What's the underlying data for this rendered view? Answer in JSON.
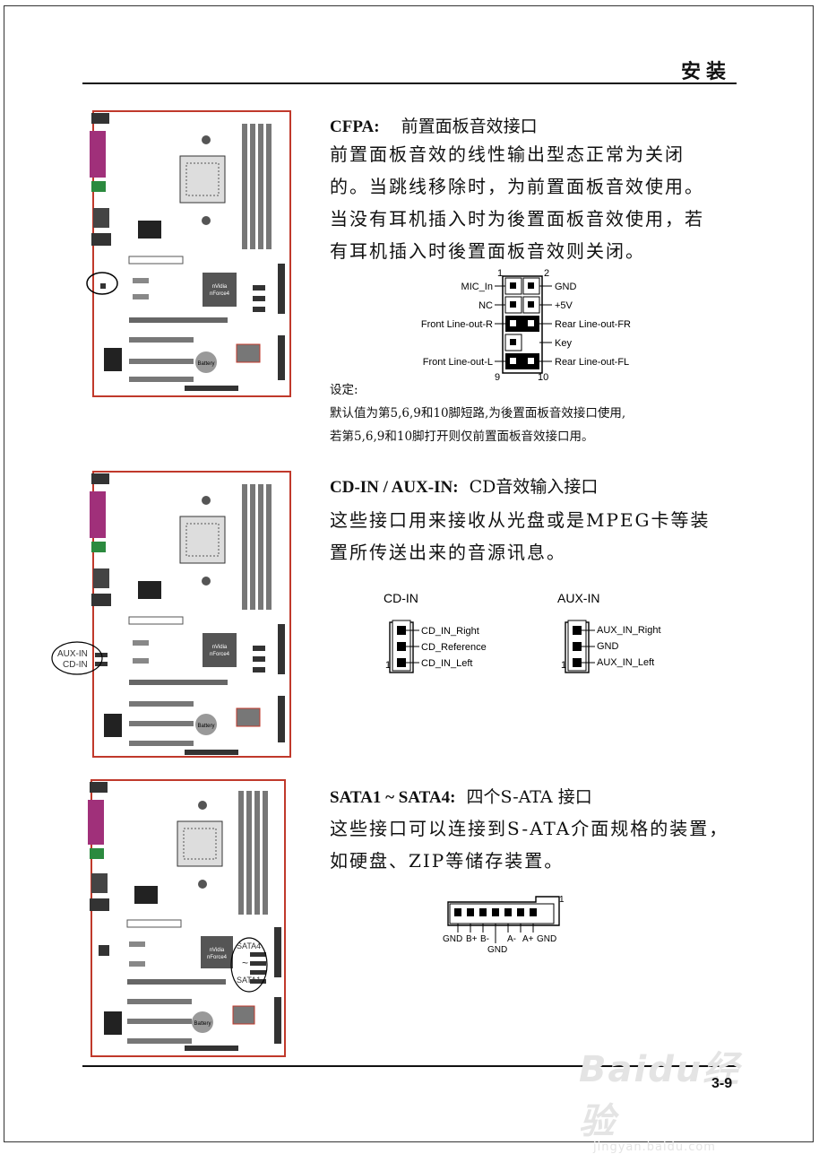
{
  "header": {
    "title": "安装"
  },
  "footer": {
    "page_number": "3-9"
  },
  "watermark": {
    "logo_text": "Baidu经验",
    "url": "jingyan.baidu.com"
  },
  "board": {
    "chip_label_line1": "nVidia",
    "chip_label_line2": "nForce4",
    "battery_label": "Battery"
  },
  "cfpa": {
    "title": "CFPA:",
    "subtitle": "前置面板音效接口",
    "body": [
      "前置面板音效的线性输出型态正常为关闭",
      "的。当跳线移除时，为前置面板音效使用。",
      "当没有耳机插入时为後置面板音效使用，若",
      "有耳机插入时後置面板音效则关闭。"
    ],
    "pin_numbers": {
      "top_left": "1",
      "top_right": "2",
      "bottom_left": "9",
      "bottom_right": "10"
    },
    "left_labels": [
      "MIC_In",
      "NC",
      "Front Line-out-R",
      "Front Line-out-L"
    ],
    "right_labels": [
      "GND",
      "+5V",
      "Rear Line-out-FR",
      "Key",
      "Rear Line-out-FL"
    ],
    "settings_title": "设定:",
    "settings_lines": [
      "默认值为第5,6,9和10脚短路,为後置面板音效接口使用,",
      "若第5,6,9和10脚打开则仅前置面板音效接口用。"
    ]
  },
  "cdin": {
    "title": "CD-IN / AUX-IN",
    "subtitle": "CD音效输入接口",
    "body": [
      "这些接口用来接收从光盘或是MPEG卡等装",
      "置所传送出来的音源讯息。"
    ],
    "board_labels": [
      "AUX-IN",
      "CD-IN"
    ],
    "cd_header": "CD-IN",
    "aux_header": "AUX-IN",
    "cd_pins": [
      "CD_IN_Right",
      "CD_Reference",
      "CD_IN_Left"
    ],
    "aux_pins": [
      "AUX_IN_Right",
      "GND",
      "AUX_IN_Left"
    ],
    "pin_one": "1"
  },
  "sata": {
    "title": "SATA1 ~ SATA4:",
    "subtitle": "四个S-ATA 接口",
    "body": [
      "这些接口可以连接到S-ATA介面规格的装置，",
      "如硬盘、ZIP等储存装置。"
    ],
    "board_labels": [
      "SATA4",
      "~",
      "SATA1"
    ],
    "pin_one": "1",
    "pin_labels_top": [
      "GND",
      "B+",
      "B-",
      "A-",
      "A+",
      "GND"
    ],
    "pin_label_bottom": "GND"
  }
}
